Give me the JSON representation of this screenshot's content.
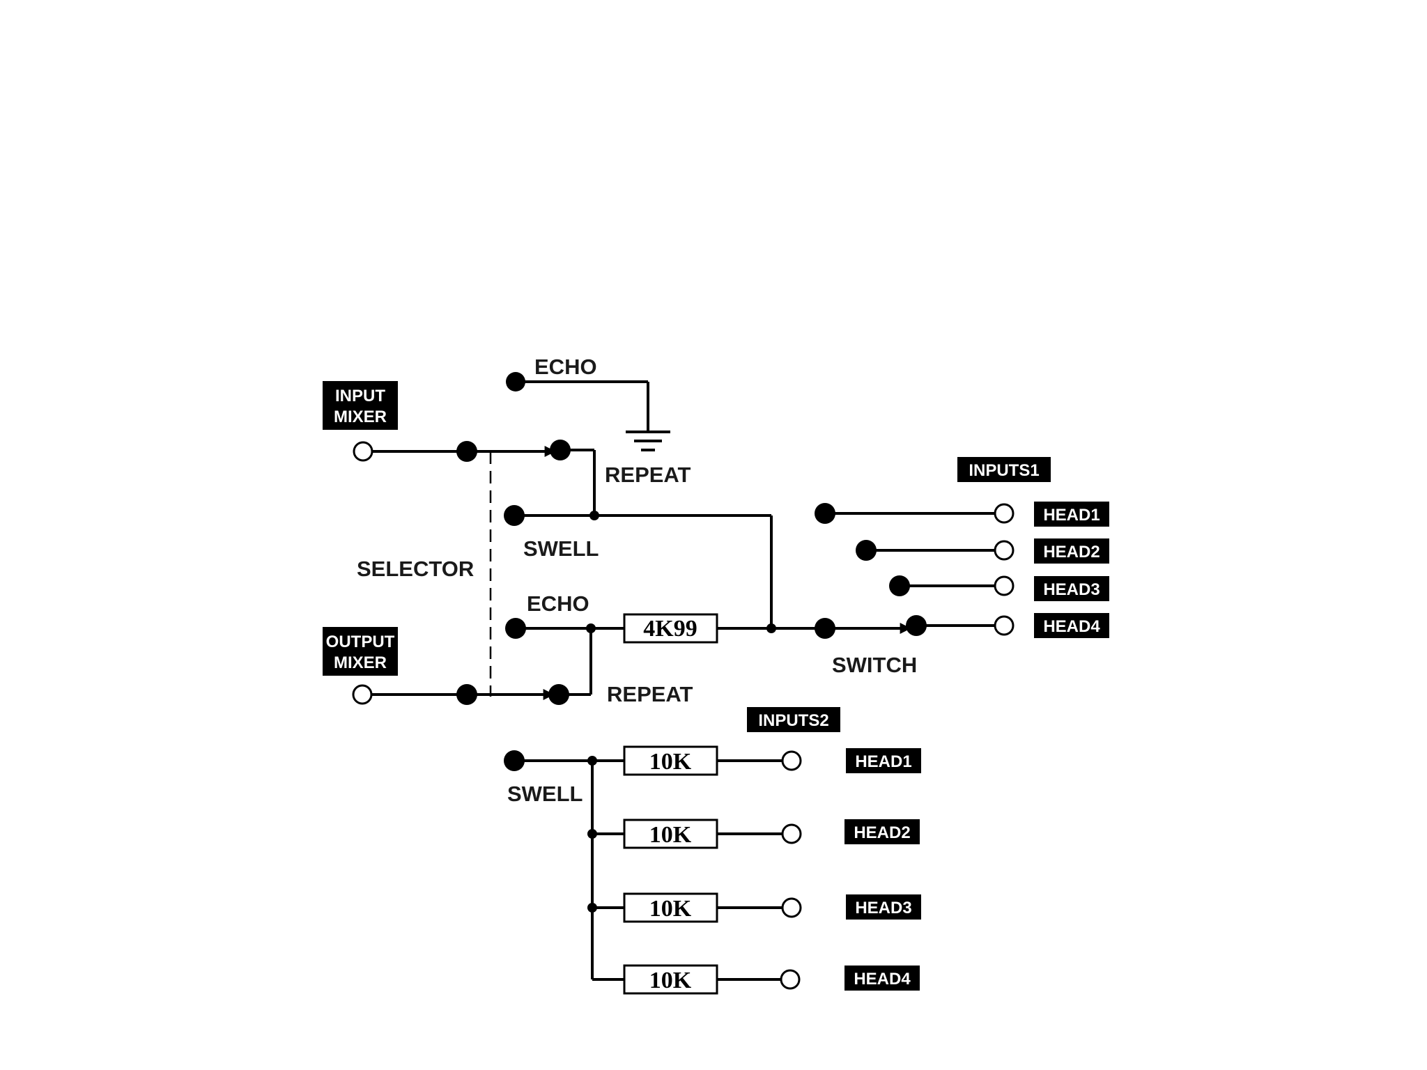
{
  "diagram": {
    "labels": {
      "echo_top": "ECHO",
      "repeat_top": "REPEAT",
      "swell_top": "SWELL",
      "selector": "SELECTOR",
      "echo_mid": "ECHO",
      "repeat_bottom": "REPEAT",
      "switch": "SWITCH",
      "swell_bottom": "SWELL"
    },
    "tags": {
      "input_mixer_line1": "INPUT",
      "input_mixer_line2": "MIXER",
      "output_mixer_line1": "OUTPUT",
      "output_mixer_line2": "MIXER",
      "inputs1": "INPUTS1",
      "inputs2": "INPUTS2",
      "head1_a": "HEAD1",
      "head2_a": "HEAD2",
      "head3_a": "HEAD3",
      "head4_a": "HEAD4",
      "head1_b": "HEAD1",
      "head2_b": "HEAD2",
      "head3_b": "HEAD3",
      "head4_b": "HEAD4"
    },
    "resistors": {
      "r_main": "4K99",
      "r1": "10K",
      "r2": "10K",
      "r3": "10K",
      "r4": "10K"
    }
  }
}
